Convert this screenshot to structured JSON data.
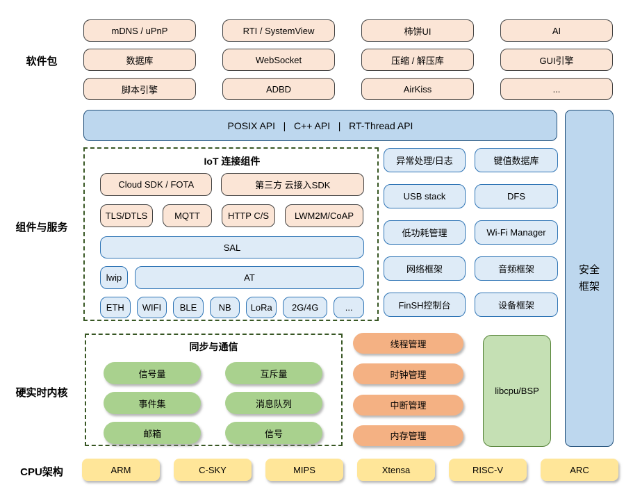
{
  "side_labels": {
    "packages": "软件包",
    "components": "组件与服务",
    "kernel": "硬实时内核",
    "cpu": "CPU架构"
  },
  "packages": {
    "items": [
      "mDNS / uPnP",
      "RTI / SystemView",
      "柿饼UI",
      "AI",
      "数据库",
      "WebSocket",
      "压缩 / 解压库",
      "GUI引擎",
      "脚本引擎",
      "ADBD",
      "AirKiss",
      "..."
    ]
  },
  "api_banner": {
    "text": "POSIX API   |   C++ API   |   RT-Thread API"
  },
  "security": {
    "line1": "安全",
    "line2": "框架"
  },
  "iot": {
    "title": "IoT 连接组件",
    "sdk_row": [
      "Cloud SDK / FOTA",
      "第三方 云接入SDK"
    ],
    "protocol_row": [
      "TLS/DTLS",
      "MQTT",
      "HTTP C/S",
      "LWM2M/CoAP"
    ],
    "sal": "SAL",
    "lwip": "lwip",
    "at": "AT",
    "phy_row": [
      "ETH",
      "WIFI",
      "BLE",
      "NB",
      "LoRa",
      "2G/4G",
      "..."
    ]
  },
  "services": {
    "items": [
      "异常处理/日志",
      "键值数据库",
      "USB stack",
      "DFS",
      "低功耗管理",
      "Wi-Fi Manager",
      "网络框架",
      "音频框架",
      "FinSH控制台",
      "设备框架"
    ]
  },
  "sync": {
    "title": "同步与通信",
    "items": [
      "信号量",
      "互斥量",
      "事件集",
      "消息队列",
      "邮箱",
      "信号"
    ]
  },
  "kernel_mgmt": {
    "items": [
      "线程管理",
      "时钟管理",
      "中断管理",
      "内存管理"
    ]
  },
  "libcpu": {
    "label": "libcpu/BSP"
  },
  "cpu": {
    "items": [
      "ARM",
      "C-SKY",
      "MIPS",
      "Xtensa",
      "RISC-V",
      "ARC"
    ]
  },
  "colors": {
    "peach_fill": "#FBE5D6",
    "peach_border": "#404040",
    "banner_fill": "#BDD7EE",
    "banner_border": "#1F4E79",
    "service_fill": "#DEEBF7",
    "service_border": "#2E74B5",
    "green_pill": "#A9D18E",
    "orange_pill": "#F4B183",
    "libcpu_fill": "#C5E0B4",
    "libcpu_border": "#538135",
    "cpu_yellow": "#FFE699",
    "dash_border": "#375623"
  }
}
